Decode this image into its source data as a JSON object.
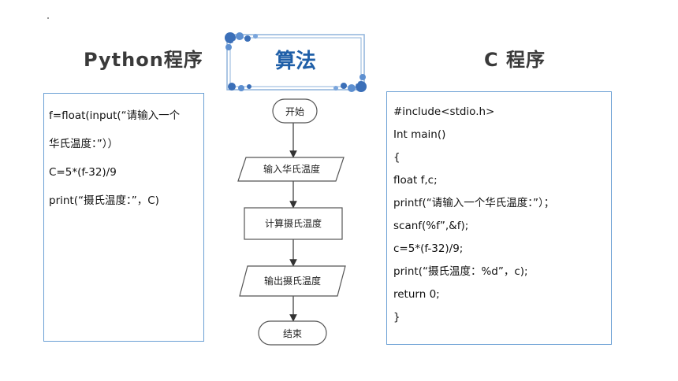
{
  "python": {
    "title": "Python程序",
    "lines": [
      "f=float(input(“请输入一个",
      "华氏温度：”））",
      "C=5*(f-32)/9",
      "print(“摄氏温度：”，C)"
    ]
  },
  "algorithm": {
    "title": "算法",
    "steps": [
      "开始",
      "输入华氏温度",
      "计算摄氏温度",
      "输出摄氏温度",
      "结束"
    ]
  },
  "c_program": {
    "title": "C 程序",
    "lines": [
      "#include<stdio.h>",
      "Int main()",
      "{",
      "float f,c;",
      "printf(“请输入一个华氏温度：”）；",
      "scanf(%f”,&f);",
      "c=5*(f-32)/9;",
      "print(“摄氏温度：%d”，c);",
      "return 0;",
      "}"
    ]
  },
  "colors": {
    "title_blue": "#1f5fa8",
    "panel_border": "#6a9fd4",
    "ornament_blue": "#3b6fb8"
  }
}
